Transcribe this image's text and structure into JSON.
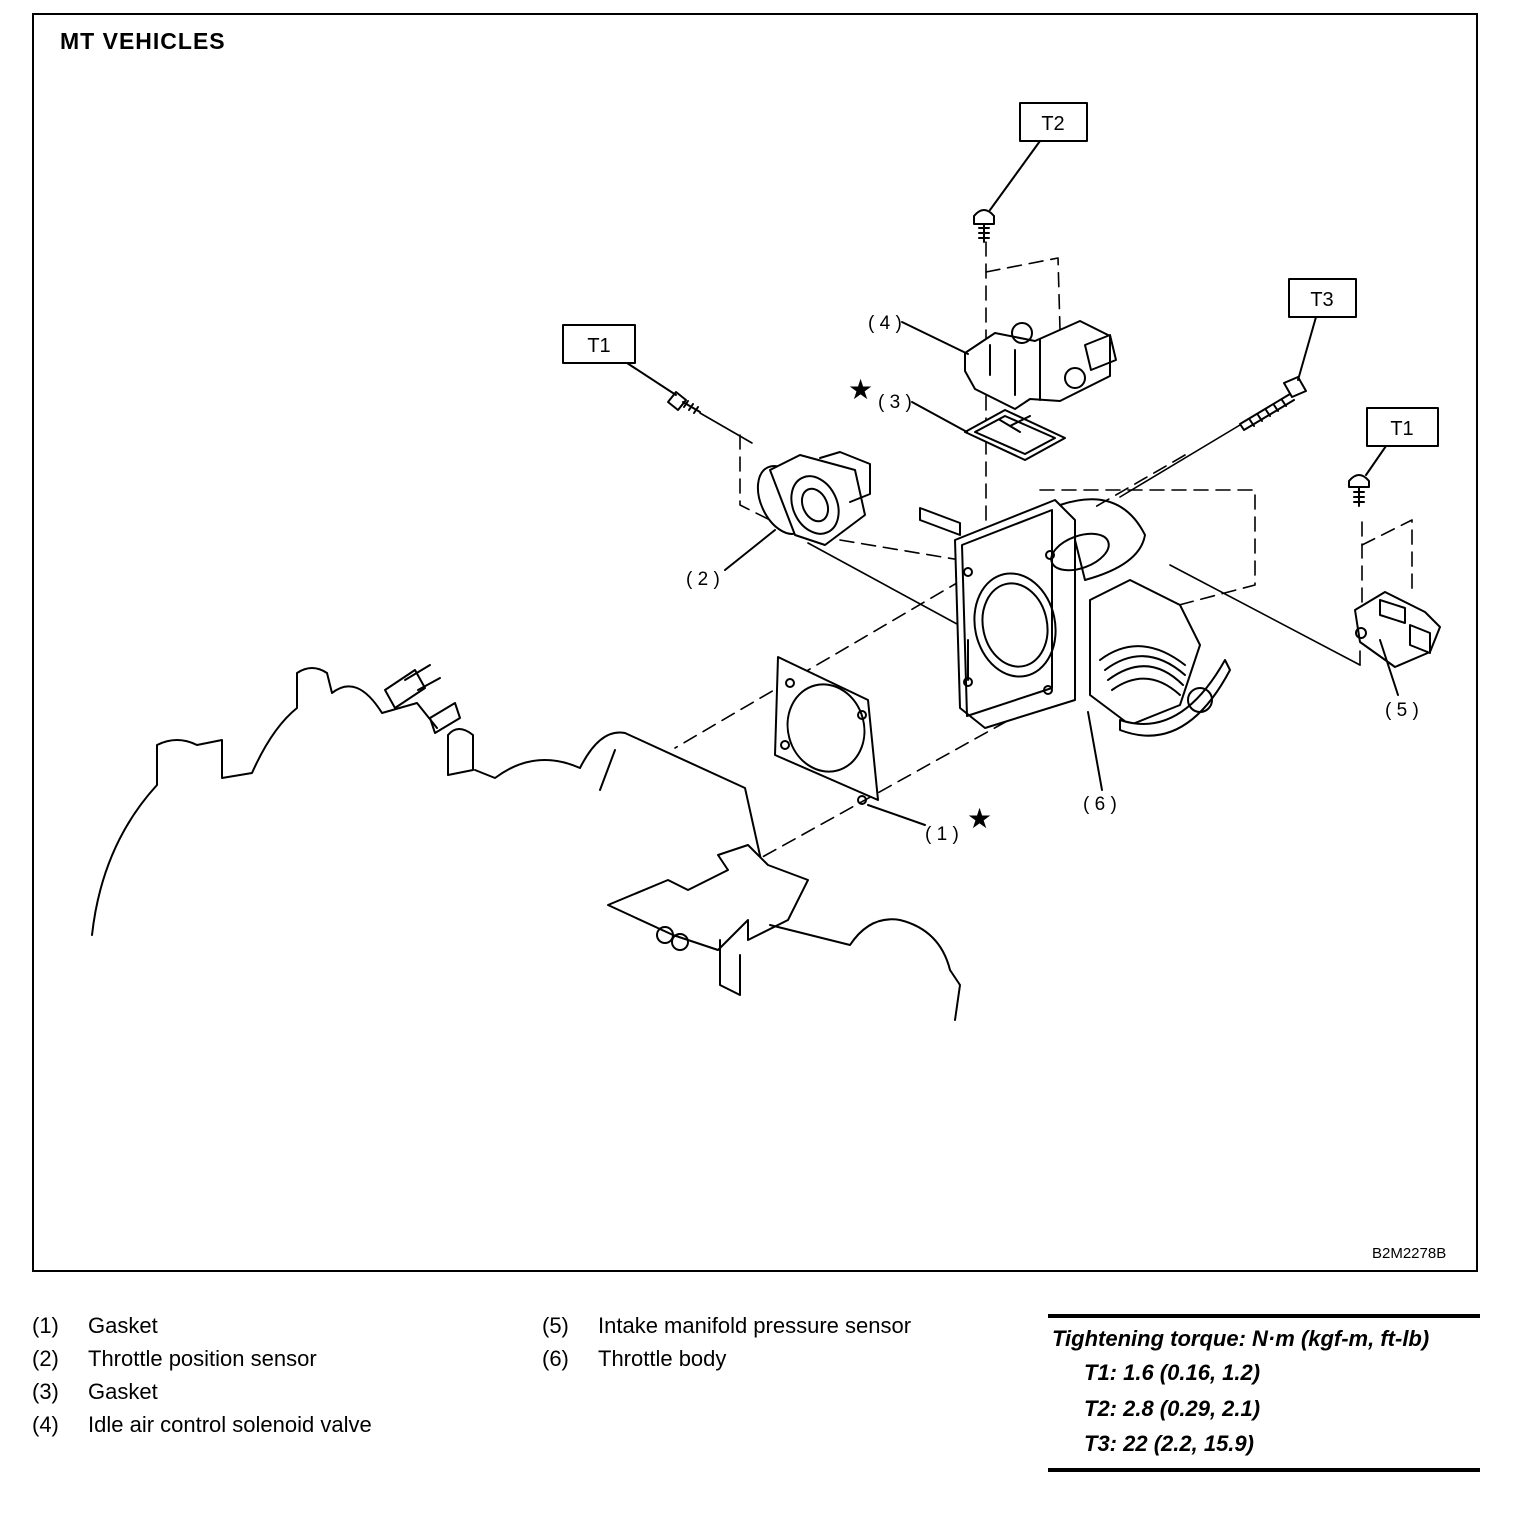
{
  "figure": {
    "title": "MT  VEHICLES",
    "code": "B2M2278B",
    "callouts": {
      "t1_a": "T1",
      "t1_b": "T1",
      "t2": "T2",
      "t3": "T3",
      "p1": "( 1 )",
      "p2": "( 2 )",
      "p3": "( 3 )",
      "p4": "( 4 )",
      "p5": "( 5 )",
      "p6": "( 6 )"
    },
    "star_symbol": "★"
  },
  "legend": {
    "left": [
      {
        "num": "(1)",
        "label": "Gasket"
      },
      {
        "num": "(2)",
        "label": "Throttle position sensor"
      },
      {
        "num": "(3)",
        "label": "Gasket"
      },
      {
        "num": "(4)",
        "label": "Idle air control solenoid valve"
      }
    ],
    "right": [
      {
        "num": "(5)",
        "label": "Intake manifold pressure sensor"
      },
      {
        "num": "(6)",
        "label": "Throttle body"
      }
    ]
  },
  "torque": {
    "heading": "Tightening torque: N·m (kgf-m, ft-lb)",
    "lines": [
      "T1: 1.6 (0.16, 1.2)",
      "T2: 2.8 (0.29, 2.1)",
      "T3: 22 (2.2, 15.9)"
    ]
  }
}
